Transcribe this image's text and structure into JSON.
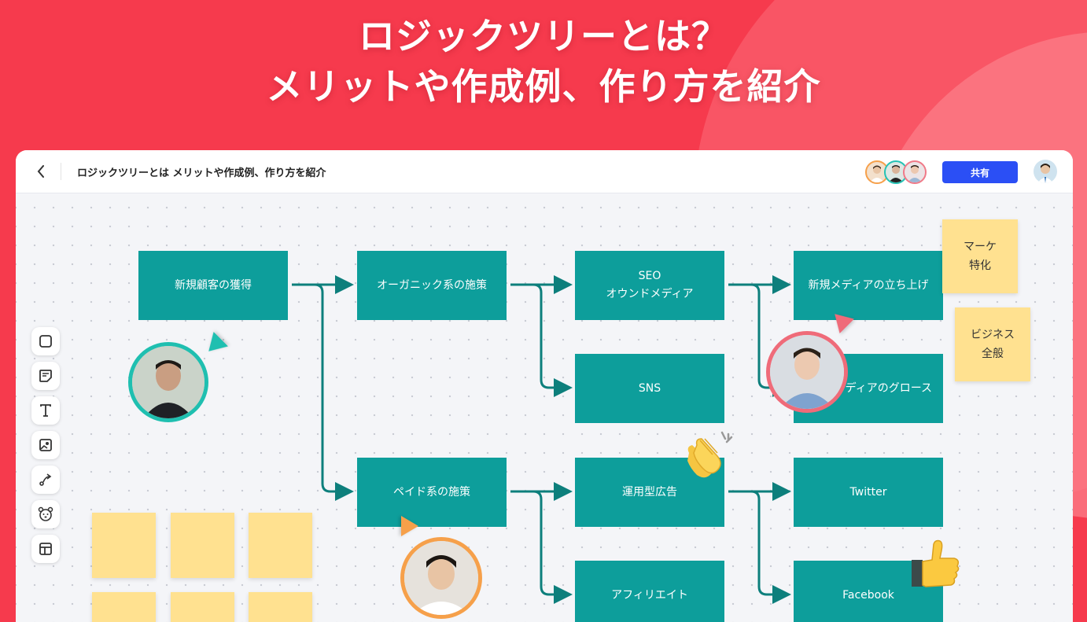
{
  "headline": {
    "line1": "ロジックツリーとは？",
    "line2": "メリットや作成例、作り方を紹介"
  },
  "topbar": {
    "back_icon": "chevron-left-icon",
    "title": "ロジックツリーとは メリットや作成例、作り方を紹介",
    "share_label": "共有"
  },
  "tree": {
    "root": "新規顧客の獲得",
    "organic": "オーガニック系の施策",
    "paid": "ペイド系の施策",
    "seo": "SEO\nオウンドメディア",
    "sns": "SNS",
    "ads": "運用型広告",
    "affiliate": "アフィリエイト",
    "new_media": "新規メディアの立ち上げ",
    "media_growth": "ディアのグロース",
    "twitter": "Twitter",
    "facebook": "Facebook"
  },
  "stickies": {
    "marketing": "マーケ\n特化",
    "business": "ビジネス\n全般"
  },
  "colors": {
    "brand_red": "#f63a4d",
    "node_teal": "#0d9e9b",
    "share_blue": "#2b4ff5",
    "sticky_yellow": "#ffe190"
  },
  "toolbar_icons": [
    "shape-icon",
    "sticky-note-icon",
    "text-icon",
    "image-icon",
    "connector-icon",
    "sticker-icon",
    "template-icon"
  ]
}
